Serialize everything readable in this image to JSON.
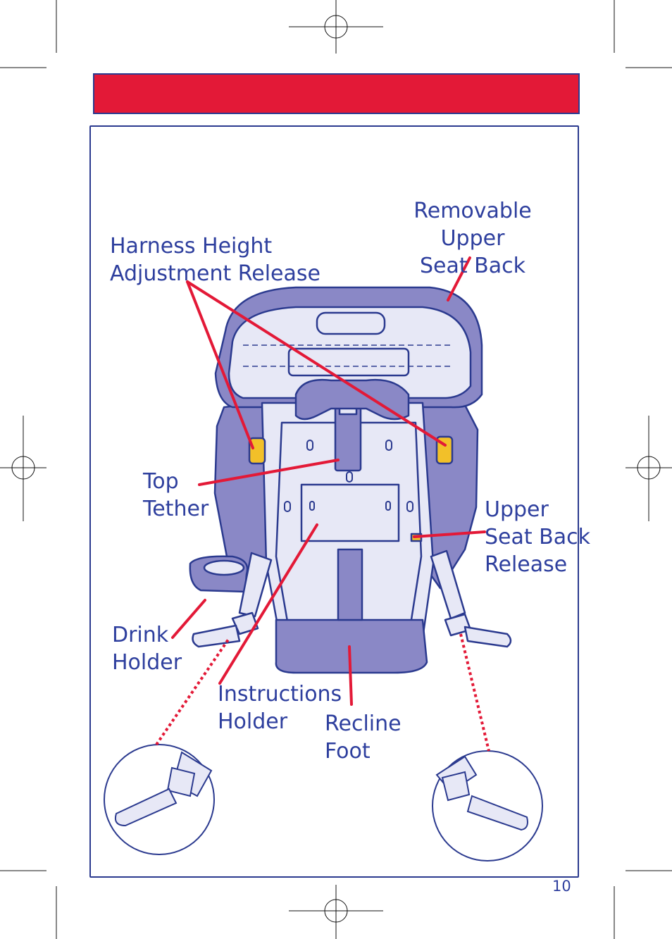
{
  "labels": {
    "removable_upper_seat_back": "Removable Upper\nSeat Back",
    "harness_height_adjustment_release": "Harness Height\nAdjustment Release",
    "top_tether": "Top\nTether",
    "upper_seat_back_release": "Upper\nSeat Back\nRelease",
    "drink_holder": "Drink\nHolder",
    "instructions_holder": "Instructions\nHolder",
    "recline_foot": "Recline\nFoot"
  },
  "page_number": "10",
  "colors": {
    "accent_red": "#e31937",
    "text_blue": "#2e3f9e",
    "frame_blue": "#2b3a8f",
    "seat_purple": "#8a88c6",
    "seat_light": "#e7e8f6",
    "latch_yellow": "#f2c029"
  }
}
